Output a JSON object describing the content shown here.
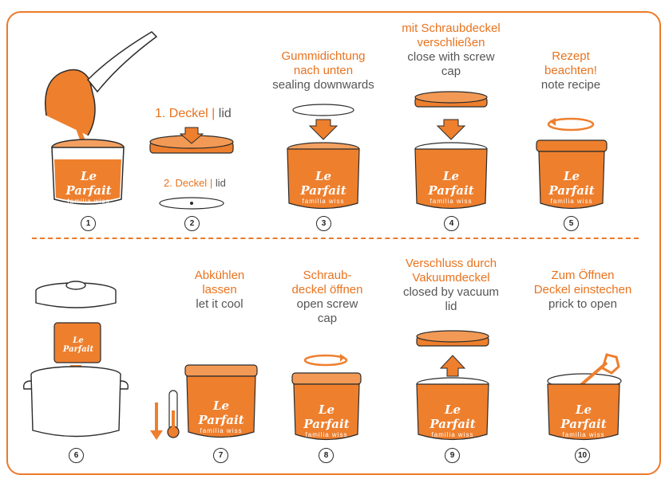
{
  "brand": {
    "logo": "Le Parfait",
    "sub": "familia wiss"
  },
  "colors": {
    "accent": "#e8731f",
    "text": "#555555",
    "jar": "#ee7f2d"
  },
  "step_numbers": [
    "1",
    "2",
    "3",
    "4",
    "5",
    "6",
    "7",
    "8",
    "9",
    "10"
  ],
  "step2": {
    "label1_de": "1. Deckel",
    "label1_sep": "|",
    "label1_en": "lid",
    "label2_de": "2. Deckel",
    "label2_sep": "|",
    "label2_en": "lid"
  },
  "step3": {
    "de": [
      "Gummidichtung",
      "nach unten"
    ],
    "en": [
      "sealing downwards"
    ]
  },
  "step4": {
    "de": [
      "mit Schraubdeckel",
      "verschließen"
    ],
    "en": [
      "close with screw",
      "cap"
    ]
  },
  "step5": {
    "de": [
      "Rezept",
      "beachten!"
    ],
    "en": [
      "note recipe"
    ]
  },
  "step7": {
    "de": [
      "Abkühlen",
      "lassen"
    ],
    "en": [
      "let it cool"
    ]
  },
  "step8": {
    "de": [
      "Schraub-",
      "deckel öffnen"
    ],
    "en": [
      "open screw",
      "cap"
    ]
  },
  "step9": {
    "de": [
      "Verschluss durch",
      "Vakuumdeckel"
    ],
    "en": [
      "closed by vacuum",
      "lid"
    ]
  },
  "step10": {
    "de": [
      "Zum Öffnen",
      "Deckel einstechen"
    ],
    "en": [
      "prick to open"
    ]
  }
}
